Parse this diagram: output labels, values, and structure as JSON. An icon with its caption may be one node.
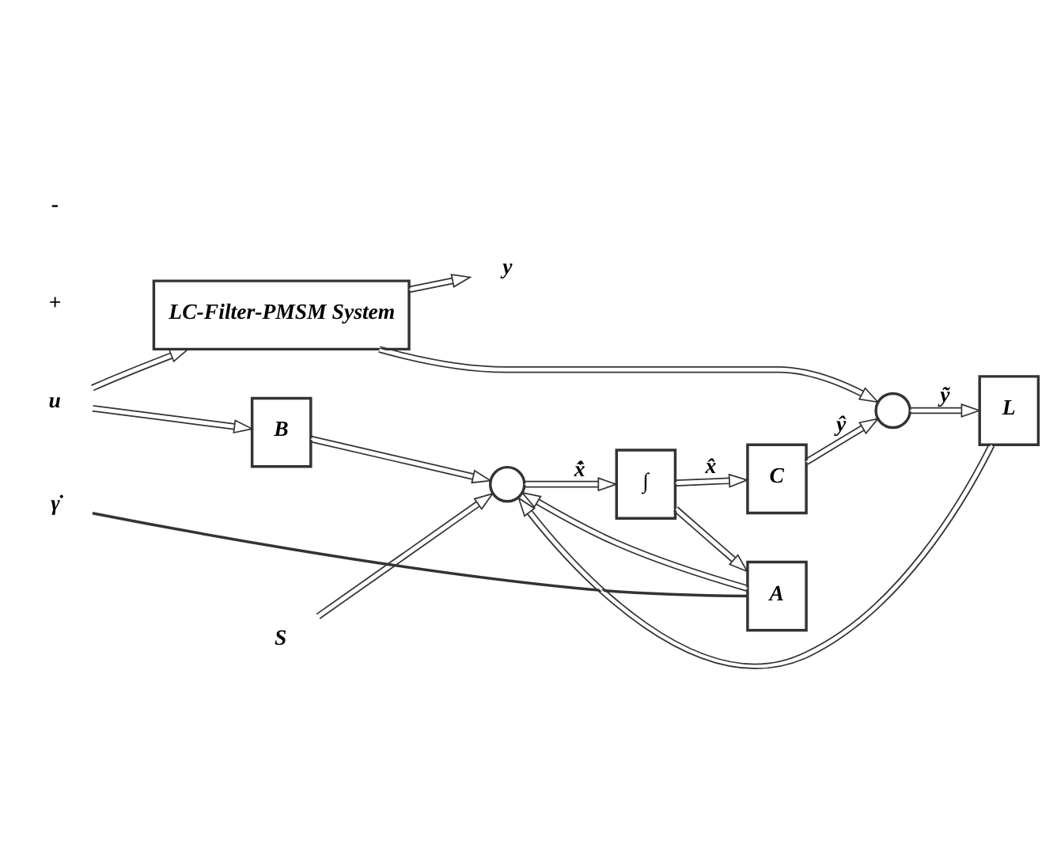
{
  "diagram": {
    "nodes": [
      {
        "text": [
          "u"
        ]
      },
      {
        "text": [
          "LC-Filter-PMSM System"
        ]
      },
      {
        "text": [
          "y"
        ]
      },
      {
        "text": [
          "B"
        ]
      },
      {
        "text": [
          "S"
        ]
      },
      {
        "text": [],
        "shape": "circle"
      },
      {
        "text": [
          "∫"
        ]
      },
      {
        "text": [
          "C"
        ]
      },
      {
        "text": [],
        "shape": "circle"
      },
      {
        "text": [
          "A"
        ]
      },
      {
        "text": [
          "γ̇"
        ]
      },
      {
        "text": [
          "L"
        ]
      }
    ],
    "edges": [
      {
        "from": 0,
        "to": 1,
        "arrow": "to"
      },
      {
        "from": 0,
        "to": 3,
        "arrow": "to"
      },
      {
        "from": 1,
        "to": 2,
        "arrow": "to"
      },
      {
        "from": 1,
        "to": 8,
        "arrow": "to"
      },
      {
        "from": 3,
        "to": 5,
        "arrow": "to"
      },
      {
        "from": 4,
        "to": 5,
        "arrow": "to"
      },
      {
        "from": 5,
        "to": 6,
        "arrow": "to",
        "label": "x̂̇"
      },
      {
        "from": 6,
        "to": 7,
        "arrow": "to",
        "label": "x̂"
      },
      {
        "from": 6,
        "to": 9,
        "arrow": "to"
      },
      {
        "from": 7,
        "to": 8,
        "arrow": "to",
        "label": "ŷ"
      },
      {
        "from": 9,
        "to": 5,
        "arrow": "to"
      },
      {
        "from": 10,
        "to": 9,
        "arrow": "none"
      },
      {
        "from": 8,
        "to": 11,
        "arrow": "to",
        "label": "ỹ"
      },
      {
        "from": 11,
        "to": 5,
        "arrow": "to"
      }
    ],
    "labels": [
      "+",
      "-"
    ]
  }
}
